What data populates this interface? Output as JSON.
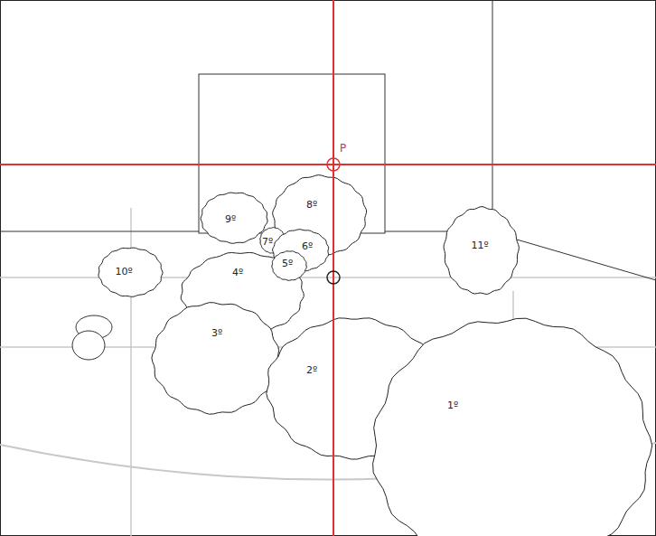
{
  "diagram": {
    "nodes": [
      {
        "text": [
          "8º"
        ]
      },
      {
        "text": [
          "9º"
        ]
      },
      {
        "text": [
          "4º"
        ]
      },
      {
        "text": [
          "7º"
        ]
      },
      {
        "text": [
          "6º"
        ]
      },
      {
        "text": [
          "5º"
        ]
      },
      {
        "text": [
          "10º"
        ]
      },
      {
        "text": [
          "11º"
        ]
      },
      {
        "text": [
          "3º"
        ]
      },
      {
        "text": [
          "2º"
        ]
      },
      {
        "text": [
          "1º"
        ]
      }
    ],
    "labels": [
      "P"
    ]
  }
}
